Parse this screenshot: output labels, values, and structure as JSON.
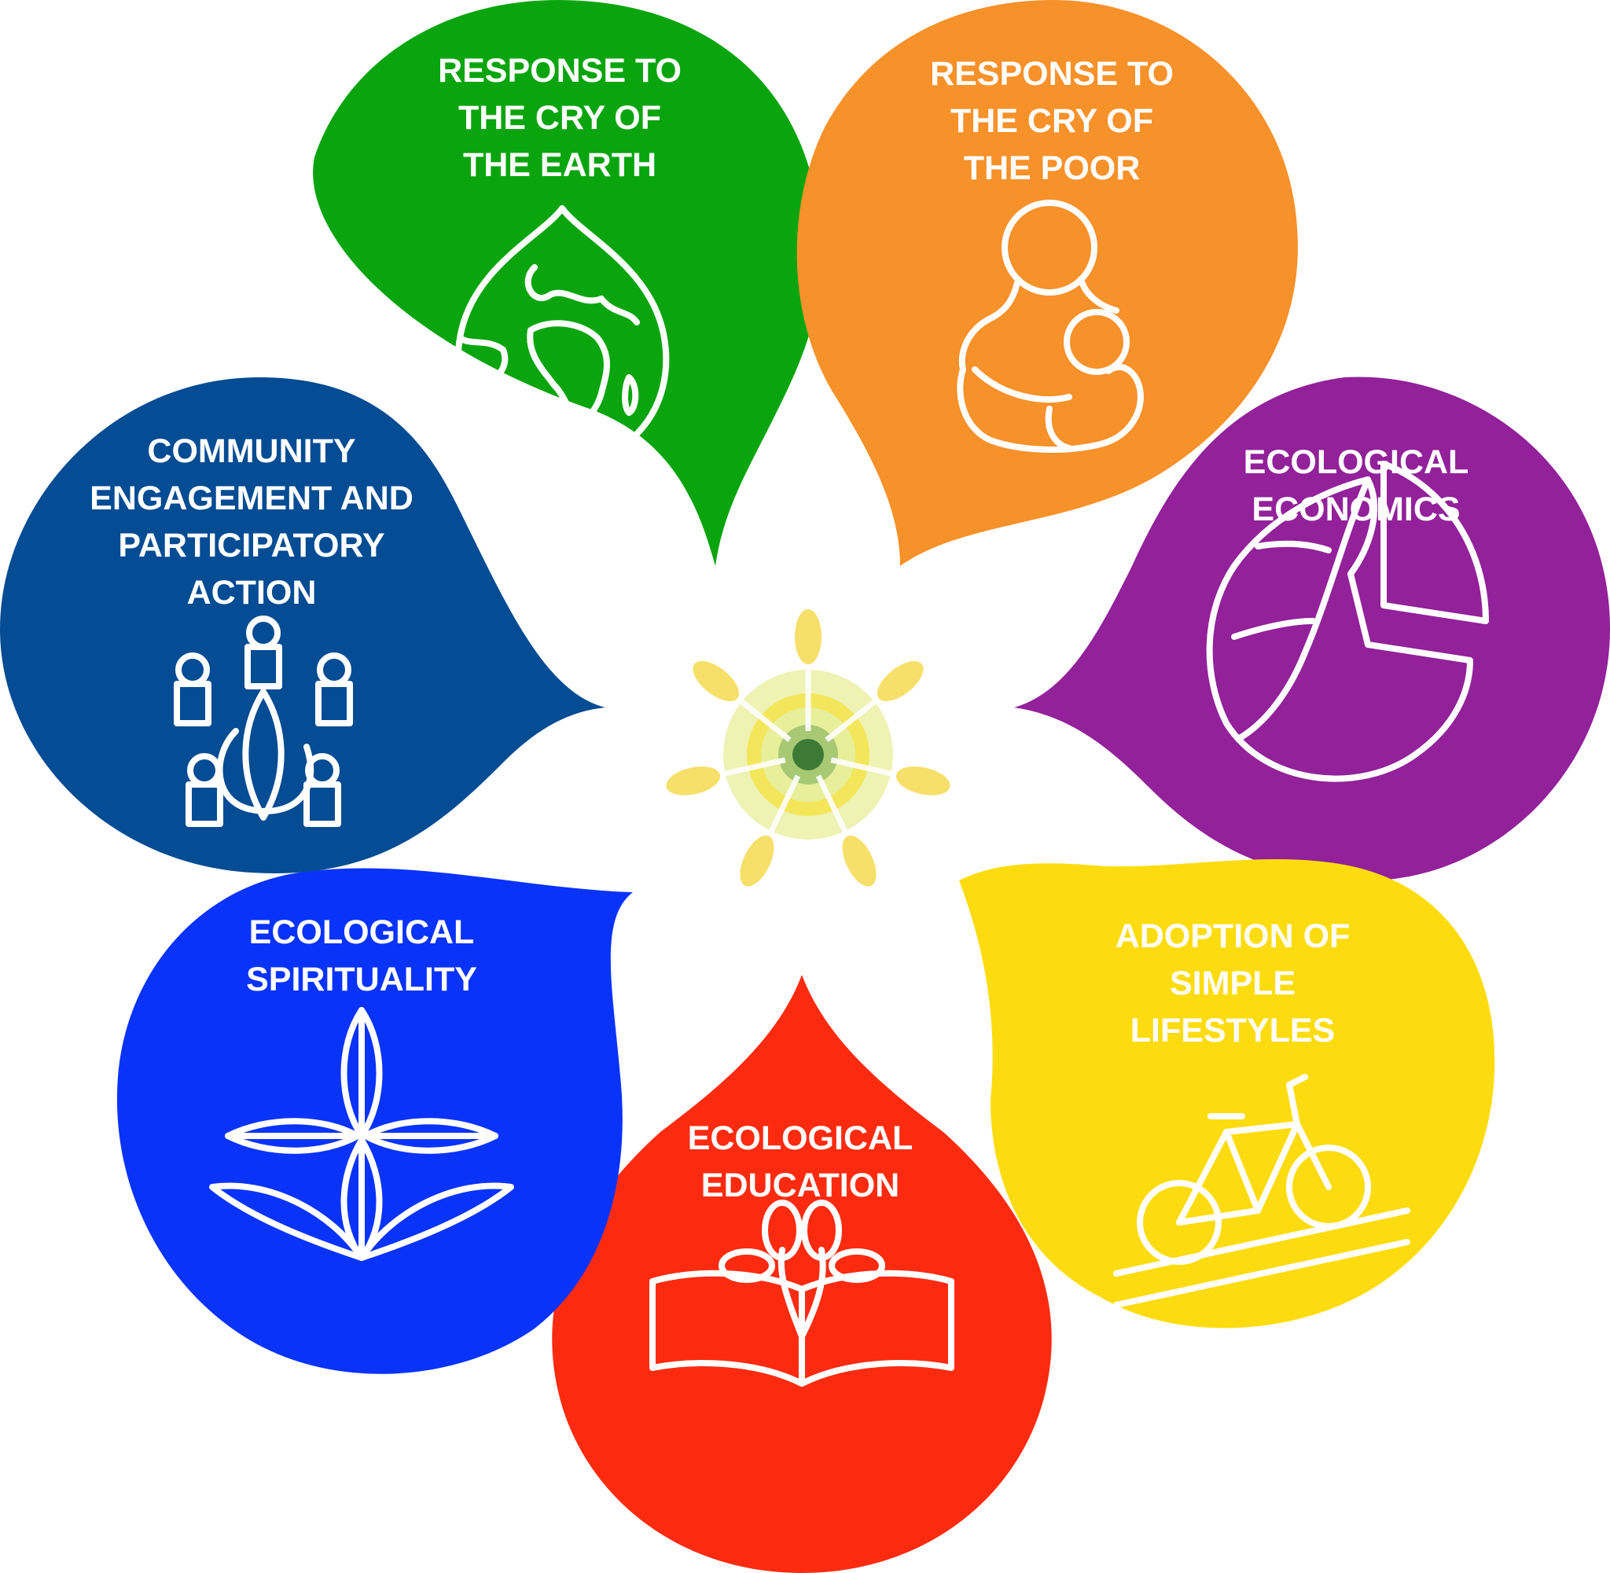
{
  "petals": [
    {
      "id": "earth",
      "color": "#0aa50e",
      "icon": "globe-drop-icon",
      "label_lines": [
        "RESPONSE TO",
        "THE CRY OF",
        "THE EARTH"
      ]
    },
    {
      "id": "poor",
      "color": "#f7912a",
      "icon": "mother-child-icon",
      "label_lines": [
        "RESPONSE TO",
        "THE CRY OF",
        "THE POOR"
      ]
    },
    {
      "id": "economics",
      "color": "#92219a",
      "icon": "leaf-pie-chart-icon",
      "label_lines": [
        "ECOLOGICAL",
        "ECONOMICS"
      ]
    },
    {
      "id": "lifestyles",
      "color": "#fcdc0e",
      "icon": "bicycle-icon",
      "label_lines": [
        "ADOPTION OF",
        "SIMPLE",
        "LIFESTYLES"
      ]
    },
    {
      "id": "education",
      "color": "#fc2b10",
      "icon": "book-tree-icon",
      "label_lines": [
        "ECOLOGICAL",
        "EDUCATION"
      ]
    },
    {
      "id": "spirituality",
      "color": "#0a33fa",
      "icon": "leaf-cross-icon",
      "label_lines": [
        "ECOLOGICAL",
        "SPIRITUALITY"
      ]
    },
    {
      "id": "community",
      "color": "#044c93",
      "icon": "people-circle-icon",
      "label_lines": [
        "COMMUNITY",
        "ENGAGEMENT AND",
        "PARTICIPATORY",
        "ACTION"
      ]
    }
  ],
  "center": {
    "icon": "sun-center-icon",
    "colors": {
      "rays": "#f6e06a",
      "ring_outer": "#eef2b3",
      "ring_mid": "#f3e44a",
      "core": "#3d7a35"
    }
  }
}
